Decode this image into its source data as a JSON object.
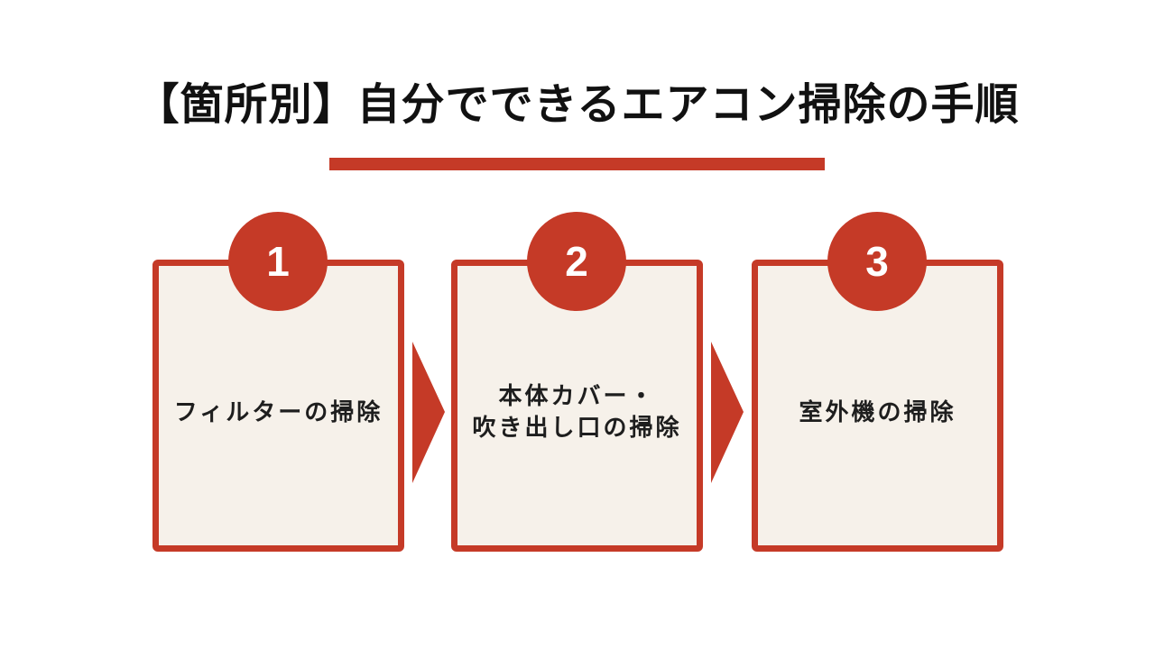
{
  "slide": {
    "title": "【箇所別】自分でできるエアコン掃除の手順"
  },
  "colors": {
    "background": "#FFFFFF",
    "accent": "#C53A27",
    "box_fill": "#F6F1EA",
    "title_text": "#111111",
    "step_text": "#1E1E1E",
    "number_text": "#FFFFFF"
  },
  "steps": [
    {
      "number": "1",
      "lines": [
        "フィルターの掃除"
      ]
    },
    {
      "number": "2",
      "lines": [
        "本体カバー・",
        "吹き出し口の掃除"
      ]
    },
    {
      "number": "3",
      "lines": [
        "室外機の掃除"
      ]
    }
  ]
}
